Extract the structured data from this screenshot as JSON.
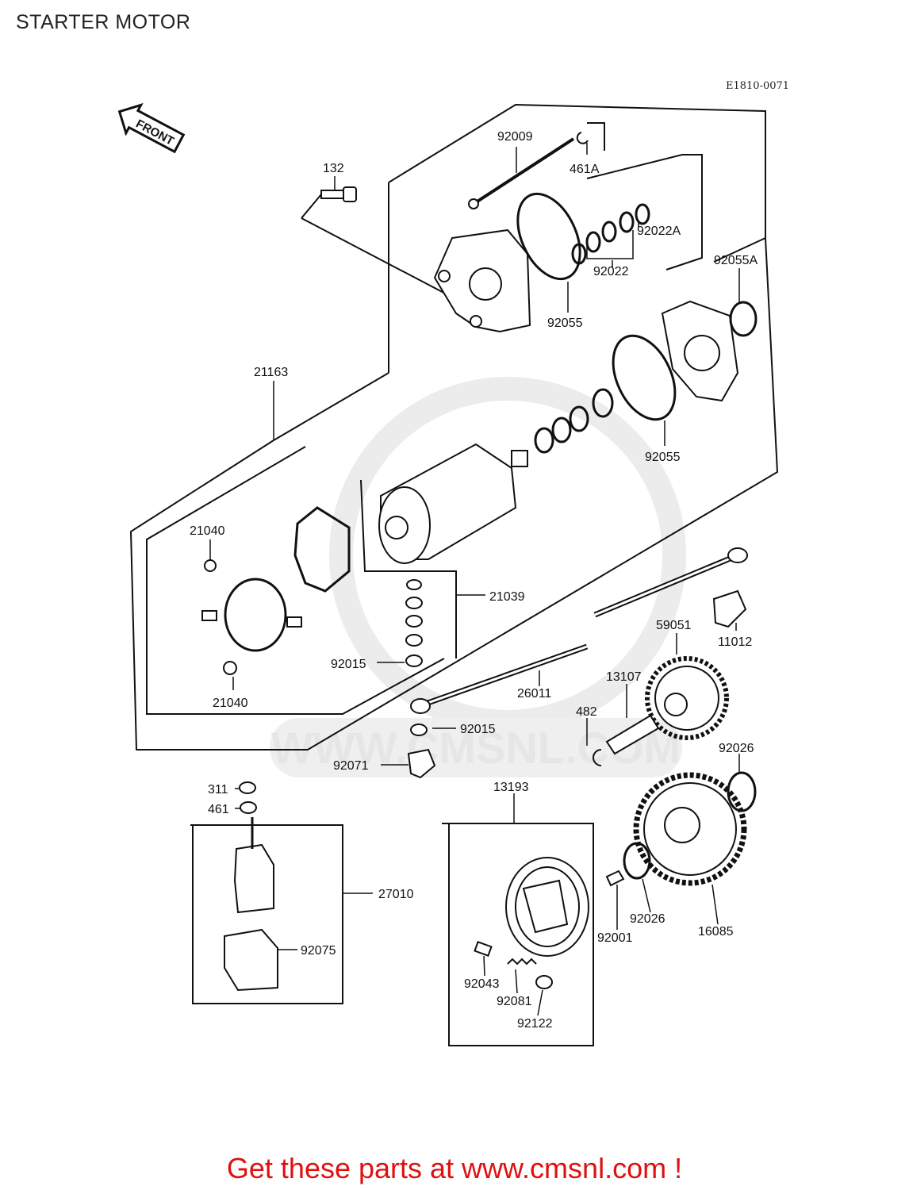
{
  "page": {
    "title": "STARTER MOTOR",
    "diagram_code": "E1810-0071",
    "direction_tag": "FRONT",
    "watermark": "WWW.CMSNL.COM",
    "footer_link": "Get these parts at www.cmsnl.com !"
  },
  "part_labels": [
    {
      "id": "92009"
    },
    {
      "id": "461A"
    },
    {
      "id": "132"
    },
    {
      "id": "92022A"
    },
    {
      "id": "92022"
    },
    {
      "id": "92055A"
    },
    {
      "id": "92055"
    },
    {
      "id": "92055"
    },
    {
      "id": "21163"
    },
    {
      "id": "21040"
    },
    {
      "id": "21039"
    },
    {
      "id": "92015"
    },
    {
      "id": "21040"
    },
    {
      "id": "26011"
    },
    {
      "id": "59051"
    },
    {
      "id": "11012"
    },
    {
      "id": "13107"
    },
    {
      "id": "482"
    },
    {
      "id": "92015"
    },
    {
      "id": "92071"
    },
    {
      "id": "92026"
    },
    {
      "id": "311"
    },
    {
      "id": "461"
    },
    {
      "id": "13193"
    },
    {
      "id": "27010"
    },
    {
      "id": "92075"
    },
    {
      "id": "92001"
    },
    {
      "id": "92026"
    },
    {
      "id": "16085"
    },
    {
      "id": "92043"
    },
    {
      "id": "92081"
    },
    {
      "id": "92122"
    }
  ],
  "colors": {
    "line": "#111111",
    "footer": "#e01010",
    "watermark": "#e6e6e6"
  }
}
